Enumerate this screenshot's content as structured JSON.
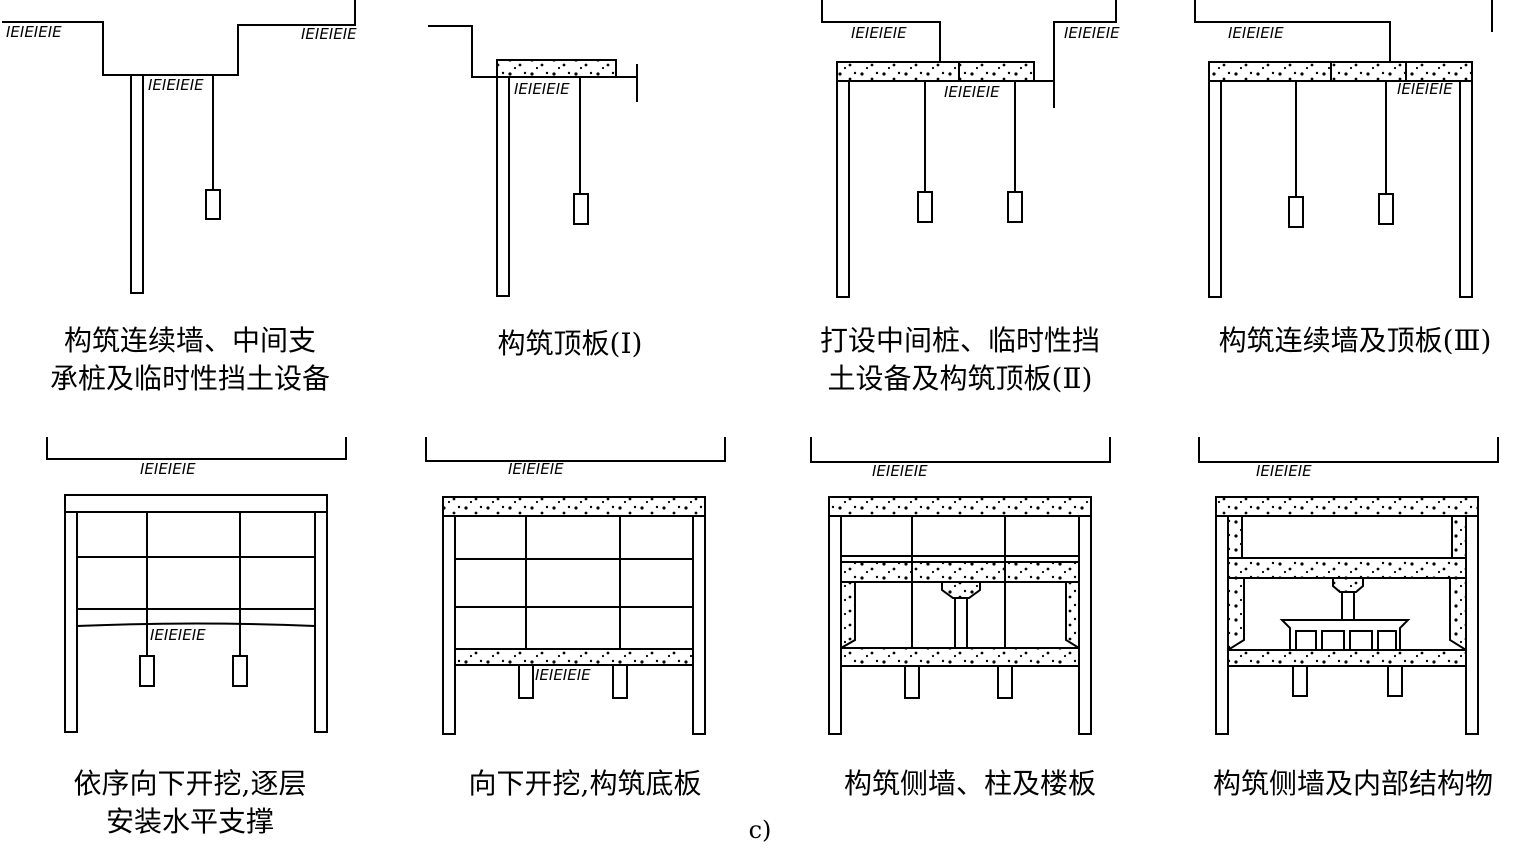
{
  "soil_mark": "IEIEIEIE",
  "panels": [
    {
      "id": "p1",
      "caption_lines": [
        "构筑连续墙、中间支",
        "承桩及临时性挡土设备"
      ]
    },
    {
      "id": "p2",
      "caption_lines": [
        "构筑顶板(Ⅰ)"
      ]
    },
    {
      "id": "p3",
      "caption_lines": [
        "打设中间桩、临时性挡",
        "土设备及构筑顶板(Ⅱ)"
      ]
    },
    {
      "id": "p4",
      "caption_lines": [
        "构筑连续墙及顶板(Ⅲ)"
      ]
    },
    {
      "id": "p5",
      "caption_lines": [
        "依序向下开挖,逐层",
        "安装水平支撑"
      ]
    },
    {
      "id": "p6",
      "caption_lines": [
        "向下开挖,构筑底板"
      ]
    },
    {
      "id": "p7",
      "caption_lines": [
        "构筑侧墙、柱及楼板"
      ]
    },
    {
      "id": "p8",
      "caption_lines": [
        "构筑侧墙及内部结构物"
      ]
    }
  ],
  "figure_label": "c)"
}
